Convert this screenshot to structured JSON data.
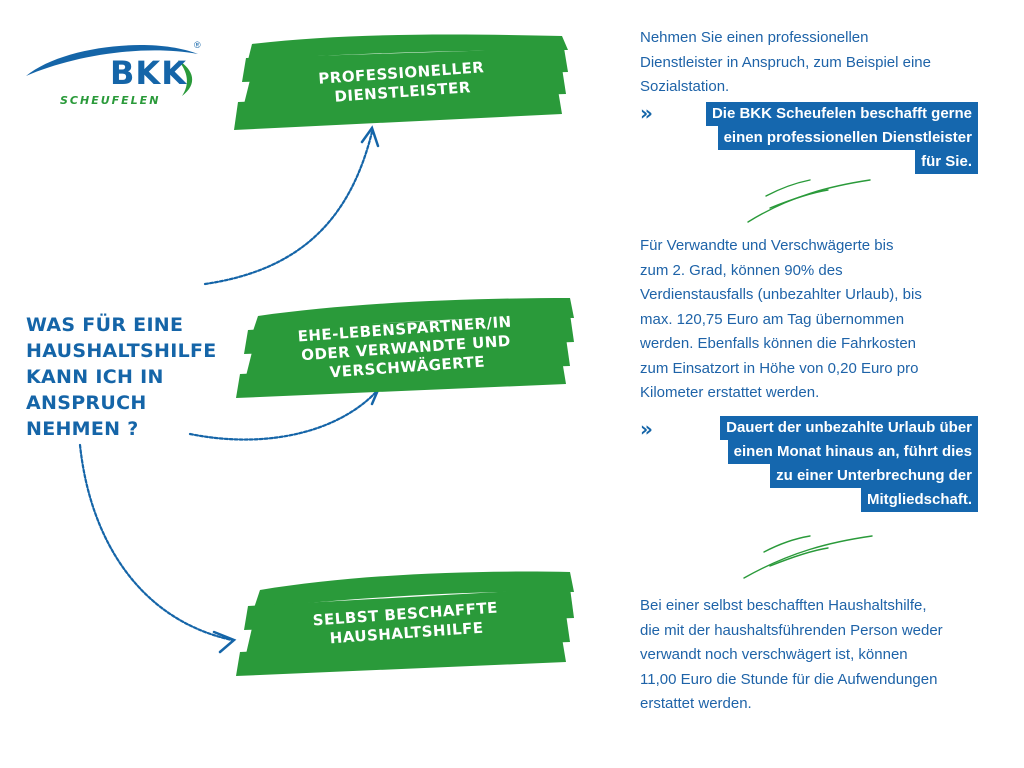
{
  "logo": {
    "brand": "BKK",
    "sub": "SCHEUFELEN",
    "registered": "®"
  },
  "banners": [
    {
      "lines": [
        "PROFESSIONELLER",
        "DIENSTLEISTER"
      ]
    },
    {
      "lines": [
        "EHE-LEBENSPARTNER/IN",
        "ODER VERWANDTE UND",
        "VERSCHWÄGERTE"
      ]
    },
    {
      "lines": [
        "SELBST BESCHAFFTE",
        "HAUSHALTSHILFE"
      ]
    }
  ],
  "question": [
    "WAS FÜR EINE",
    "HAUSHALTSHILFE",
    "KANN ICH IN",
    "ANSPRUCH",
    "NEHMEN ?"
  ],
  "sections": [
    {
      "text": [
        "Nehmen Sie einen professionellen",
        "Dienstleister in Anspruch, zum Beispiel eine",
        "Sozialstation."
      ],
      "highlight": [
        "Die BKK Scheufelen beschafft gerne",
        "einen professionellen Dienstleister",
        "für Sie."
      ]
    },
    {
      "text": [
        "Für Verwandte und Verschwägerte bis",
        "zum 2. Grad,  können 90% des",
        "Verdienstausfalls (unbezahlter Urlaub), bis",
        "max. 120,75 Euro am Tag übernommen",
        "werden. Ebenfalls können die Fahrkosten",
        "zum Einsatzort in Höhe von 0,20 Euro pro",
        "Kilometer erstattet werden."
      ],
      "highlight": [
        "Dauert der unbezahlte Urlaub über",
        "einen Monat hinaus an, führt dies",
        "zu einer Unterbrechung der",
        "Mitgliedschaft."
      ]
    },
    {
      "text": [
        "Bei einer selbst beschafften Haushaltshilfe,",
        "die mit der haushaltsführenden Person weder",
        "verwandt noch verschwägert ist, können",
        "11,00 Euro die Stunde für die  Aufwendungen",
        "erstattet werden."
      ]
    }
  ],
  "chevron": "»",
  "colors": {
    "blue": "#1565a8",
    "green": "#2a9a3a",
    "highlight_bg": "#1567ae"
  }
}
